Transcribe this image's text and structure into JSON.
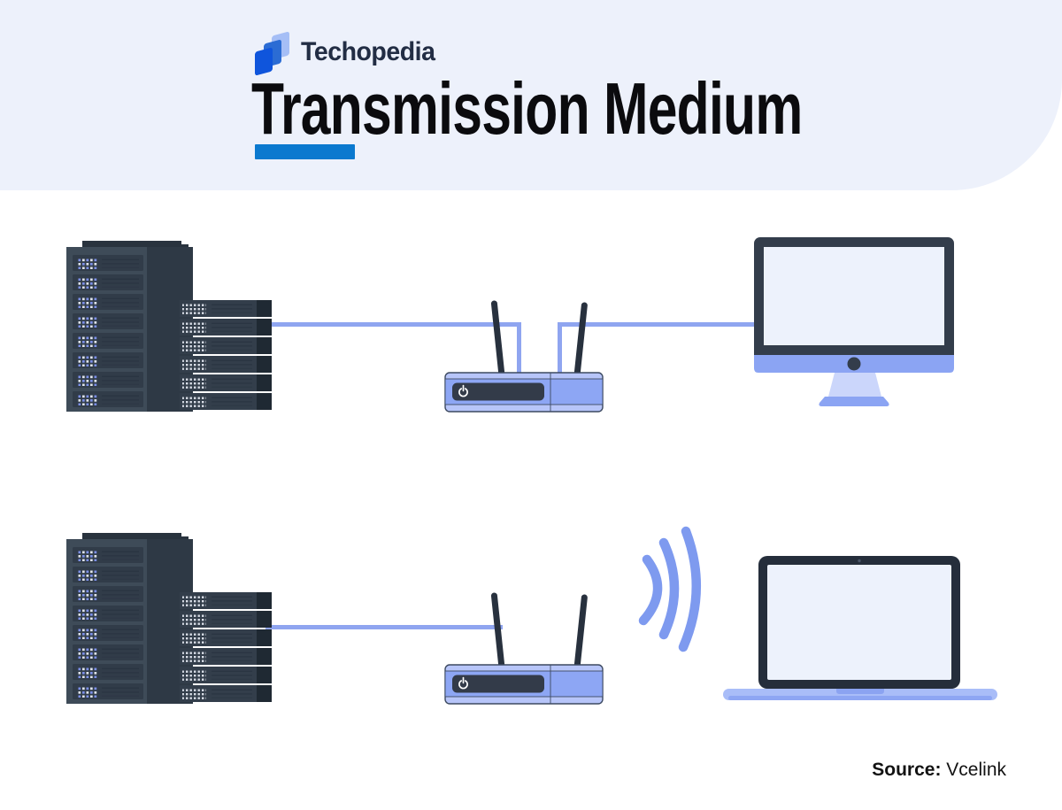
{
  "brand": {
    "name": "Techopedia"
  },
  "title": "Transmission Medium",
  "theme": {
    "header_bg": "#EDF1FB",
    "accent_bar": "#0B79CF",
    "logo_blues": [
      "#A5BEF6",
      "#2B6CD4",
      "#0F55DC"
    ],
    "cable_color": "#8FA5F0",
    "wifi_color": "#7E9AEF",
    "device_periwinkle": "#8DA6F4",
    "device_dark_frame": "#333D4B",
    "server_body": "#3E4B58"
  },
  "diagram": {
    "row_wired": {
      "medium": "wired",
      "nodes": [
        "server-rack",
        "wifi-router",
        "desktop-monitor"
      ]
    },
    "row_wireless": {
      "medium": "wireless",
      "nodes": [
        "server-rack",
        "wifi-router",
        "laptop"
      ]
    }
  },
  "source": {
    "label": "Source:",
    "value": "Vcelink"
  }
}
